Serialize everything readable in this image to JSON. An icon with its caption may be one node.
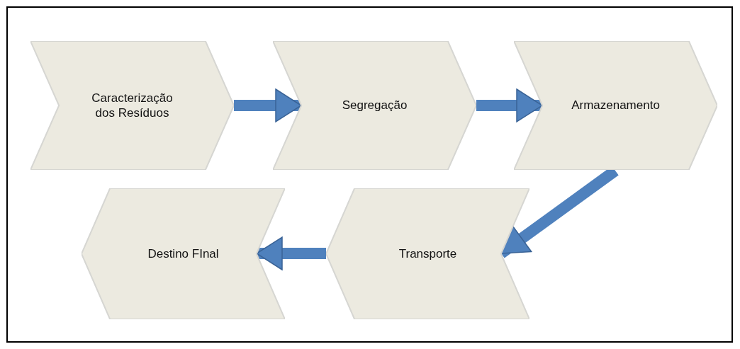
{
  "diagram": {
    "nodes": [
      {
        "text": [
          "Caracterização dos Resíduos"
        ]
      },
      {
        "text": [
          "Segregação"
        ]
      },
      {
        "text": [
          "Armazenamento"
        ]
      },
      {
        "text": [
          "Transporte"
        ]
      },
      {
        "text": [
          "Destino FInal"
        ]
      }
    ],
    "edges": [
      {
        "from": 0,
        "to": 1,
        "arrow": "to"
      },
      {
        "from": 1,
        "to": 2,
        "arrow": "to"
      },
      {
        "from": 2,
        "to": 3,
        "arrow": "to"
      },
      {
        "from": 3,
        "to": 4,
        "arrow": "to"
      }
    ]
  }
}
